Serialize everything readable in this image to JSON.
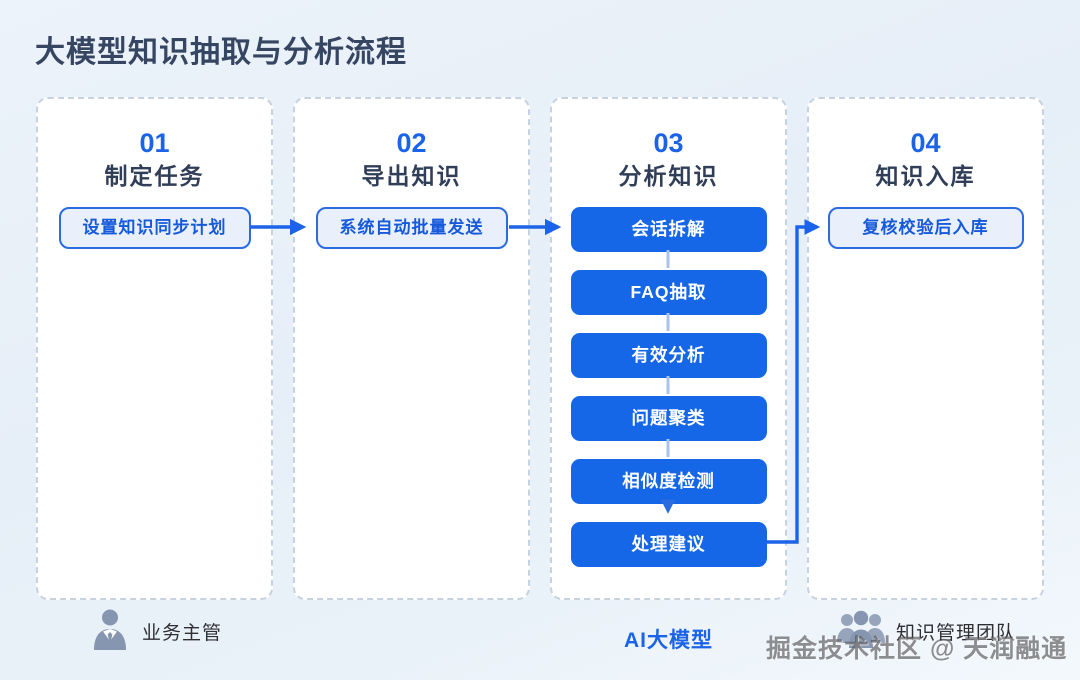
{
  "page": {
    "title": "大模型知识抽取与分析流程"
  },
  "colors": {
    "accent_blue": "#1B63E8",
    "solid_node_bg": "#1667E8",
    "light_node_bg": "#E9F0FC",
    "light_node_border": "#2B6BE0",
    "light_node_text": "#1659DB",
    "title_text": "#364562",
    "step_title_text": "#313E58",
    "card_border": "#C7D2E1",
    "icon_gray": "#8796B0",
    "background": "#E9F1F9"
  },
  "columns": [
    {
      "number": "01",
      "title": "制定任务",
      "buttons": [
        {
          "label": "设置知识同步计划",
          "style": "light"
        }
      ]
    },
    {
      "number": "02",
      "title": "导出知识",
      "buttons": [
        {
          "label": "系统自动批量发送",
          "style": "light"
        }
      ]
    },
    {
      "number": "03",
      "title": "分析知识",
      "buttons": [
        {
          "label": "会话拆解",
          "style": "solid"
        },
        {
          "label": "FAQ抽取",
          "style": "solid"
        },
        {
          "label": "有效分析",
          "style": "solid"
        },
        {
          "label": "问题聚类",
          "style": "solid"
        },
        {
          "label": "相似度检测",
          "style": "solid"
        },
        {
          "label": "处理建议",
          "style": "solid"
        }
      ]
    },
    {
      "number": "04",
      "title": "知识入库",
      "buttons": [
        {
          "label": "复核校验后入库",
          "style": "light"
        }
      ]
    }
  ],
  "footer": {
    "roles": [
      {
        "label": "业务主管",
        "icon": "person-icon"
      },
      {
        "label": "AI大模型",
        "icon": ""
      },
      {
        "label": "知识管理团队",
        "icon": "team-icon"
      }
    ],
    "watermark": "掘金技术社区 @ 天润融通"
  }
}
